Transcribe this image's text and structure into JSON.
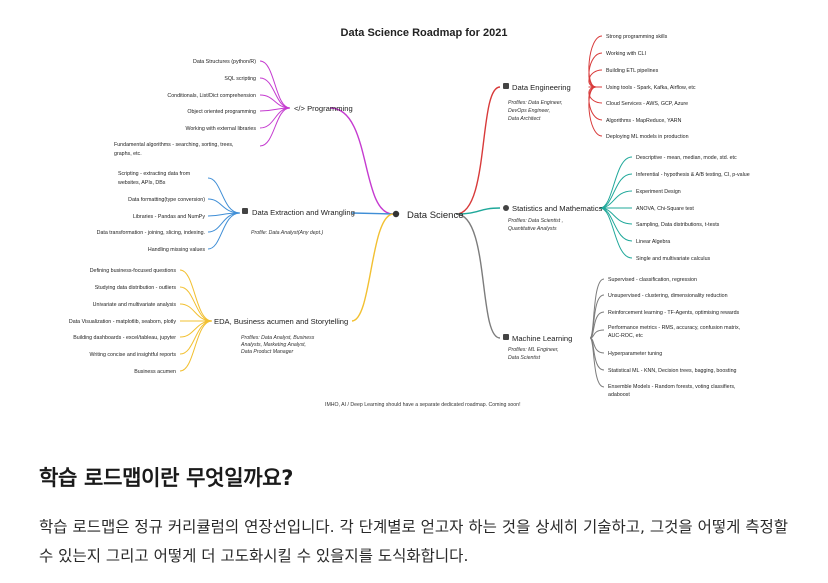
{
  "diagram": {
    "title": "Data Science Roadmap for 2021",
    "center": "Data Science",
    "footnote": "IMHO, AI / Deep Learning should have a separate dedicated roadmap. Coming soon!",
    "branches": {
      "programming": {
        "label": "</> Programming",
        "color": "#c53bd0",
        "items": [
          "Data Structures (python/R)",
          "SQL scripting",
          "Conditionals, List/Dict comprehension",
          "Object oriented programming",
          "Working with external libraries",
          "Fundamental algorithms - searching, sorting, trees,",
          "graphs, etc."
        ]
      },
      "extraction": {
        "label": "Data Extraction and Wrangling",
        "color": "#3f8ed6",
        "profile": "Profile: Data Analyst(Any dept.)",
        "items": [
          "Scripting - extracting data from",
          "websites, APIs, DBs",
          "Data formatting(type conversion)",
          "Libraries - Pandas and NumPy",
          "Data transformation - joining, slicing, indexing.",
          "Handling missing values"
        ]
      },
      "eda": {
        "label": "EDA, Business acumen and Storytelling",
        "color": "#f2c031",
        "profiles": [
          "Profiles: Data Analyst, Business",
          "Analysts, Marketing Analyst,",
          "Data Product Manager"
        ],
        "items": [
          "Defining business-focused questions",
          "Studying data distribution - outliers",
          "Univariate and multivariate analysis",
          "Data Visualization - matplotlib, seaborn, plotly",
          "Building dashboards - excel/tableau, jupyter",
          "Writing concise and insightful reports",
          "Business acumen"
        ]
      },
      "engineering": {
        "label": "Data Engineering",
        "color": "#d83a3a",
        "profiles": [
          "Profiles: Data Engineer,",
          "DevOps Engineer,",
          "Data Architect"
        ],
        "items": [
          "Strong programming skills",
          "Working with CLI",
          "Building ETL pipelines",
          "Using tools - Spark, Kafka, Airflow, etc",
          "Cloud Services - AWS, GCP, Azure",
          "Algorithms - MapReduce, YARN",
          "Deploying ML models in production"
        ]
      },
      "statistics": {
        "label": "Statistics and Mathematics",
        "color": "#1fa89a",
        "profiles": [
          "Profiles: Data Scientist ,",
          "Quantitative Analysts"
        ],
        "items": [
          "Descriptive - mean, median, mode, std. etc",
          "Inferential - hypothesis & A/B testing, CI, p-value",
          "Experiment Design",
          "ANOVA, Chi-Square test",
          "Sampling, Data distributions, t-tests",
          "Linear Algebra",
          "Single and multivariate calculus"
        ]
      },
      "ml": {
        "label": "Machine Learning",
        "color": "#7c7c7c",
        "profiles": [
          "Profiles: ML Engineer,",
          "Data Scientist"
        ],
        "items": [
          "Supervised - classification, regression",
          "Unsupervised - clustering, dimensionality reduction",
          "Reinforcement learning - TF-Agents, optimising rewards",
          "Performance metrics - RMS, accuracy, confusion matrix,",
          "AUC-ROC, etc",
          "Hyperparameter tuning",
          "Statistical ML - KNN, Decision trees, bagging, boosting",
          "Ensemble Models - Random forests, voting classifiers,",
          "adaboost"
        ]
      }
    }
  },
  "article": {
    "heading": "학습 로드맵이란 무엇일까요?",
    "paragraph": "학습 로드맵은 정규 커리큘럼의 연장선입니다. 각 단계별로 얻고자 하는 것을 상세히 기술하고, 그것을 어떻게 측정할 수 있는지 그리고 어떻게 더 고도화시킬 수 있을지를 도식화합니다."
  }
}
